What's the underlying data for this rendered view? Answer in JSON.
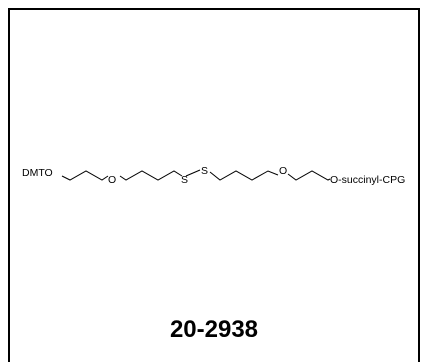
{
  "structure": {
    "left_group": "DMTO",
    "right_group": "O-succinyl-CPG",
    "ether_oxygen_left": "O",
    "sulfur_left": "S",
    "sulfur_right": "S",
    "ether_oxygen_right": "O",
    "bond_color": "#000000"
  },
  "catalog_number": "20-2938"
}
